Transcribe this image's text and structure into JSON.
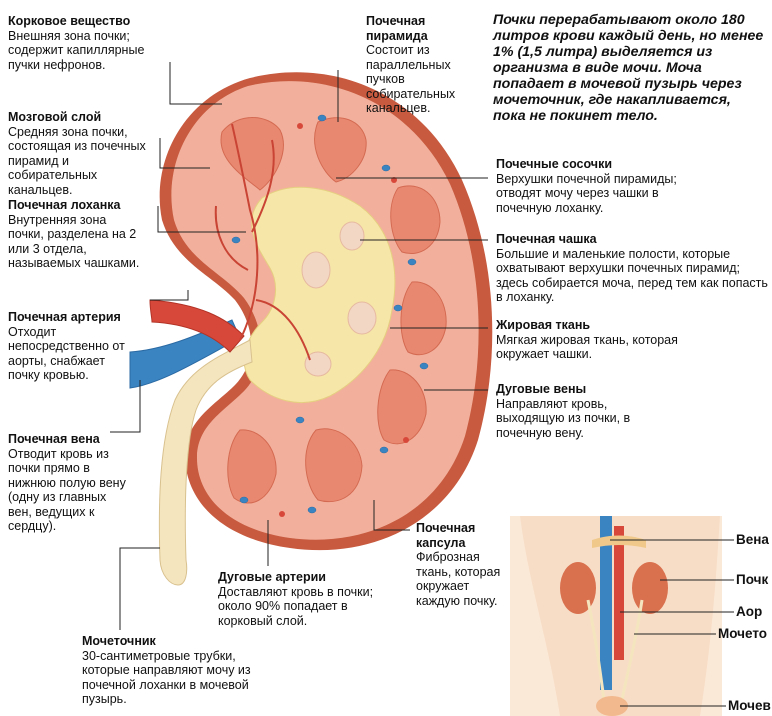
{
  "intro": "Почки перерабатывают около 180 литров крови каждый день, но менее 1% (1,5 литра) выделяется из организма в виде мочи. Моча попадает в мочевой пузырь через мочеточник, где накапливается, пока не покинет тело.",
  "labels": {
    "cortex": {
      "title": "Корковое вещество",
      "desc": "Внешняя зона почки; содержит капиллярные пучки нефронов."
    },
    "pyramid": {
      "title": "Почечная пирамида",
      "desc": "Состоит из параллельных пучков собирательных канальцев."
    },
    "medulla": {
      "title": "Мозговой слой",
      "desc": "Средняя зона почки, состоящая из почечных пирамид и собирательных канальцев."
    },
    "papillae": {
      "title": "Почечные сосочки",
      "desc": "Верхушки почечной пирамиды; отводят мочу через чашки в почечную лоханку."
    },
    "pelvis": {
      "title": "Почечная лоханка",
      "desc": "Внутренняя зона почки, разделена на 2 или 3 отдела, называемых чашками."
    },
    "calyx": {
      "title": "Почечная чашка",
      "desc": "Большие и маленькие полости, которые охватывают верхушки почечных пирамид; здесь собирается моча, перед тем как попасть в лоханку."
    },
    "artery": {
      "title": "Почечная артерия",
      "desc": "Отходит непосредственно от аорты, снабжает почку кровью."
    },
    "fat": {
      "title": "Жировая ткань",
      "desc": "Мягкая жировая ткань, которая окружает чашки."
    },
    "arcuate_veins": {
      "title": "Дуговые вены",
      "desc": "Направляют кровь, выходящую из почки, в почечную вену."
    },
    "vein": {
      "title": "Почечная вена",
      "desc": "Отводит кровь из почки прямо в нижнюю полую вену (одну из главных вен, ведущих к сердцу)."
    },
    "capsule": {
      "title": "Почечная капсула",
      "desc": "Фиброзная ткань, которая окружает каждую почку."
    },
    "arcuate_arteries": {
      "title": "Дуговые артерии",
      "desc": "Доставляют кровь в почки; около 90% попадает в корковый слой."
    },
    "ureter": {
      "title": "Мочеточник",
      "desc": "30-сантиметровые трубки, которые направляют мочу из почечной лоханки в мочевой пузырь."
    }
  },
  "inset_labels": [
    "Вена",
    "Почк",
    "Аор",
    "Мочето",
    "Мочев"
  ],
  "colors": {
    "cortex": "#f0a48e",
    "capsule": "#c9583e",
    "artery": "#d8483a",
    "vein": "#3b84c2",
    "fat": "#f6e6a8",
    "ureter": "#f5e5bf"
  }
}
